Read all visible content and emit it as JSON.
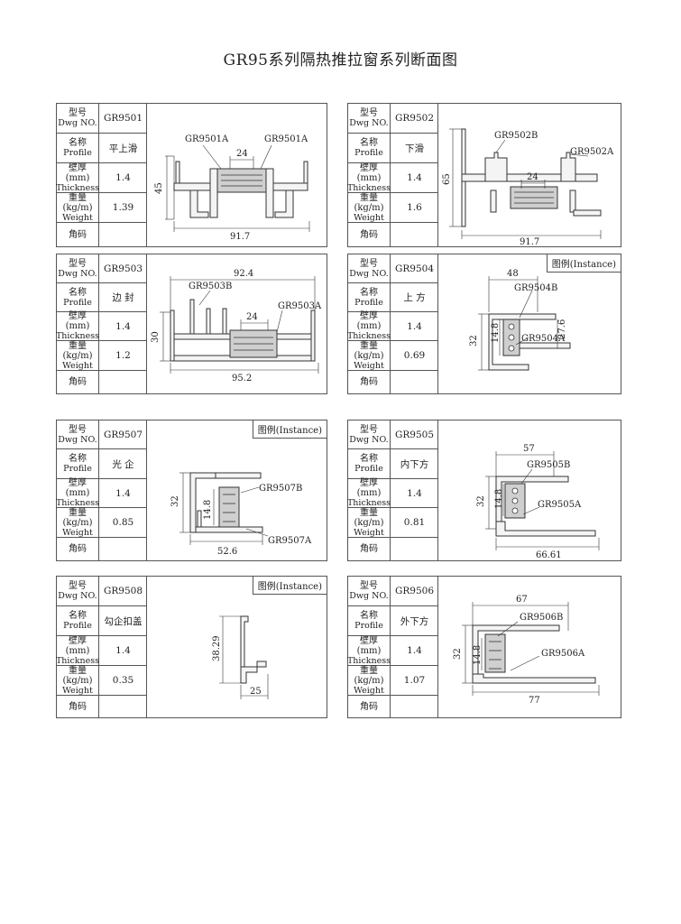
{
  "page_title": "GR95系列隔热推拉窗系列断面图",
  "labels": {
    "model_cn": "型号",
    "model_en": "Dwg NO.",
    "name_cn": "名称",
    "name_en": "Profile",
    "wall_cn": "壁厚 (mm)",
    "wall_en": "Thickness",
    "weight_cn": "重量 (kg/m)",
    "weight_en": "Weight",
    "corner_cn": "角码"
  },
  "instance_label": "图例(Instance)",
  "cards": {
    "gr9501": {
      "code": "GR9501",
      "name": "平上滑",
      "thickness": "1.4",
      "weight": "1.39",
      "callouts": [
        "GR9501A",
        "GR9501A"
      ],
      "dims": [
        "24",
        "45",
        "91.7"
      ]
    },
    "gr9502": {
      "code": "GR9502",
      "name": "下滑",
      "thickness": "1.4",
      "weight": "1.6",
      "callouts": [
        "GR9502B",
        "GR9502A"
      ],
      "dims": [
        "24",
        "65",
        "91.7"
      ]
    },
    "gr9503": {
      "code": "GR9503",
      "name": "边 封",
      "thickness": "1.4",
      "weight": "1.2",
      "callouts": [
        "GR9503B",
        "GR9503A"
      ],
      "dims": [
        "92.4",
        "24",
        "30",
        "95.2"
      ]
    },
    "gr9504": {
      "code": "GR9504",
      "name": "上 方",
      "thickness": "1.4",
      "weight": "0.69",
      "callouts": [
        "GR9504B",
        "GR9504A"
      ],
      "dims": [
        "48",
        "14.8",
        "27.6",
        "32"
      ]
    },
    "gr9507": {
      "code": "GR9507",
      "name": "光 企",
      "thickness": "1.4",
      "weight": "0.85",
      "callouts": [
        "GR9507B",
        "GR9507A"
      ],
      "dims": [
        "32",
        "14.8",
        "52.6"
      ]
    },
    "gr9505": {
      "code": "GR9505",
      "name": "内下方",
      "thickness": "1.4",
      "weight": "0.81",
      "callouts": [
        "GR9505B",
        "GR9505A"
      ],
      "dims": [
        "57",
        "32",
        "14.8",
        "66.61"
      ]
    },
    "gr9508": {
      "code": "GR9508",
      "name": "勾企扣盖",
      "thickness": "1.4",
      "weight": "0.35",
      "callouts": [],
      "dims": [
        "38.29",
        "25"
      ]
    },
    "gr9506": {
      "code": "GR9506",
      "name": "外下方",
      "thickness": "1.4",
      "weight": "1.07",
      "callouts": [
        "GR9506B",
        "GR9506A"
      ],
      "dims": [
        "67",
        "32",
        "14.8",
        "77"
      ]
    }
  },
  "colors": {
    "line": "#333333",
    "profile_fill": "#f4f4f4",
    "insulation_fill": "#cfcfcf"
  }
}
